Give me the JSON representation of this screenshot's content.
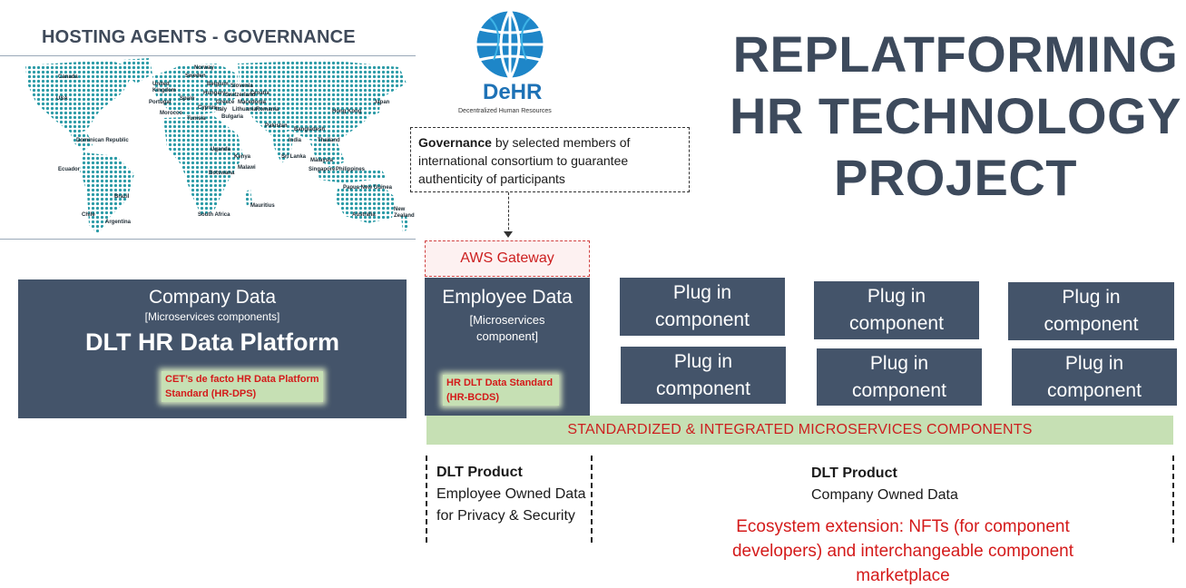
{
  "map": {
    "title": "HOSTING AGENTS - GOVERNANCE",
    "countries": [
      "Canada",
      "USA",
      "Dominican Republic",
      "Ecuador",
      "Brazil",
      "Chile",
      "Argentina",
      "United Kingdom",
      "Portugal",
      "Morocco",
      "Spain",
      "Belgium",
      "Norway",
      "Sweden",
      "Hungary",
      "Switzerland",
      "Slovenia",
      "Croatia",
      "Greece",
      "Cyprus",
      "Italy",
      "Macedonia",
      "Tunisia",
      "Lithuania",
      "Bulgaria",
      "Romania",
      "Uganda",
      "Kenya",
      "Malawi",
      "Botswana",
      "South Africa",
      "Mauritius",
      "Pakistan",
      "India",
      "Bangladesh",
      "Sri Lanka",
      "Thailand",
      "Malaysia",
      "Singapore",
      "Hong Kong",
      "Japan",
      "Philippines",
      "Papua New Guinea",
      "Australia",
      "New Zealand"
    ]
  },
  "logo": {
    "name": "DeHR",
    "subtitle": "Decentralized Human Resources",
    "icon": "globe-icon"
  },
  "title_lines": [
    "REPLATFORMING",
    "HR TECHNOLOGY",
    "PROJECT"
  ],
  "governance": {
    "bold": "Governance",
    "text": " by selected members of international consortium to guarantee authenticity of participants"
  },
  "aws_gateway": "AWS Gateway",
  "company": {
    "title": "Company Data",
    "subtitle": "[Microservices components]",
    "platform": "DLT HR Data Platform",
    "badge": "CET’s de facto HR Data Platform Standard (HR-DPS)"
  },
  "employee": {
    "title": "Employee Data",
    "subtitle": "[Microservices component]",
    "badge": "HR DLT Data Standard (HR-BCDS)"
  },
  "plugins": [
    "Plug in component",
    "Plug in component",
    "Plug in component",
    "Plug in component",
    "Plug in component",
    "Plug in component"
  ],
  "band": "STANDARDIZED & INTEGRATED MICROSERVICES COMPONENTS",
  "product_left": {
    "title": "DLT Product",
    "text": "Employee Owned Data for Privacy & Security"
  },
  "product_right": {
    "title": "DLT Product",
    "text": "Company Owned Data"
  },
  "ecosystem": "Ecosystem extension: NFTs (for component developers) and interchangeable component marketplace",
  "colors": {
    "dark_box": "#44546a",
    "green_band": "#c6e0b4",
    "accent_red": "#d41a1a",
    "title": "#3d4a5c",
    "logo_blue": "#1e72b6"
  }
}
